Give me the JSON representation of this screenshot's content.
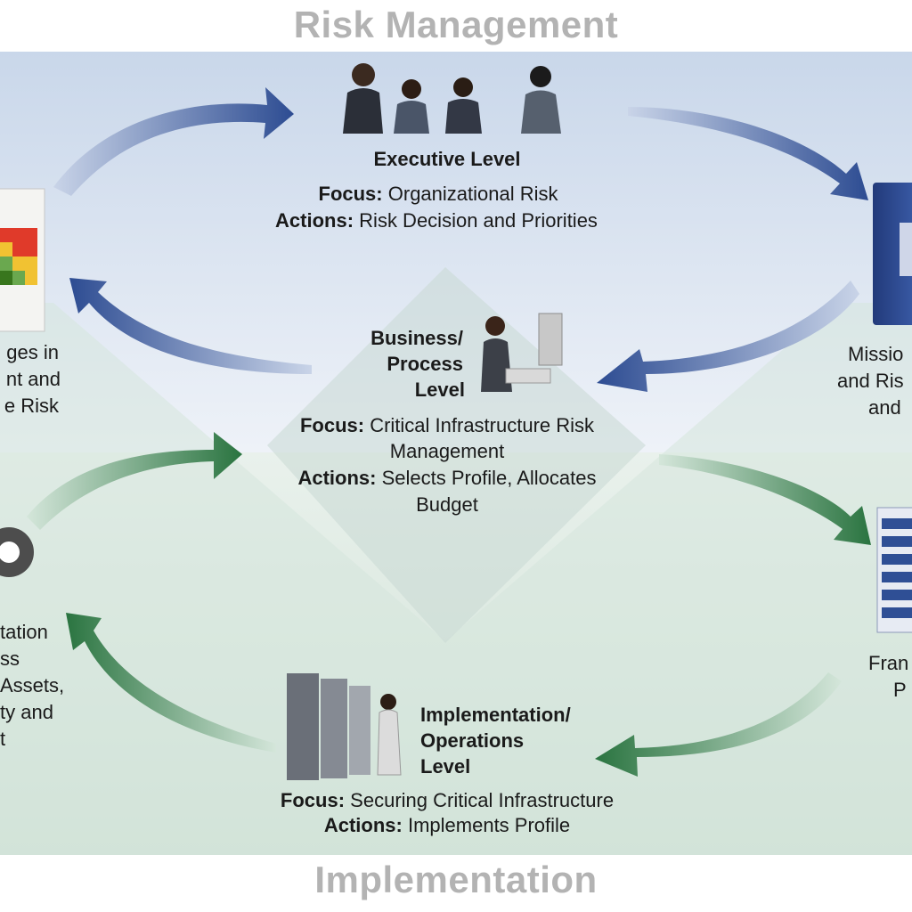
{
  "header": {
    "title": "Risk Management"
  },
  "footer": {
    "title": "Implementation"
  },
  "executive": {
    "heading": "Executive Level",
    "focus_label": "Focus:",
    "focus_text": "Organizational Risk",
    "actions_label": "Actions:",
    "actions_text": "Risk Decision and Priorities"
  },
  "business": {
    "heading_lines": [
      "Business/",
      "Process",
      "Level"
    ],
    "focus_label": "Focus:",
    "focus_lines": [
      "Critical Infrastructure Risk",
      "Management"
    ],
    "actions_label": "Actions:",
    "actions_lines": [
      "Selects Profile, Allocates",
      "Budget"
    ]
  },
  "implementation": {
    "heading_lines": [
      "Implementation/",
      "Operations",
      "Level"
    ],
    "focus_label": "Focus:",
    "focus_text": "Securing Critical Infrastructure",
    "actions_label": "Actions:",
    "actions_text": "Implements Profile"
  },
  "left_top_lines": [
    "ges in",
    "nt and",
    "e Risk"
  ],
  "left_bottom_lines": [
    "tation",
    "ss",
    "Assets,",
    "ty and",
    "t"
  ],
  "right_top_lines": [
    "Missio",
    "and Ris",
    "and"
  ],
  "right_bottom_lines": [
    "Fran",
    "P"
  ],
  "colors": {
    "blue_arrow": "#2f4f95",
    "green_arrow": "#2f7a45",
    "blue_band": "#d9e3f0",
    "green_band": "#dbe9e0"
  }
}
